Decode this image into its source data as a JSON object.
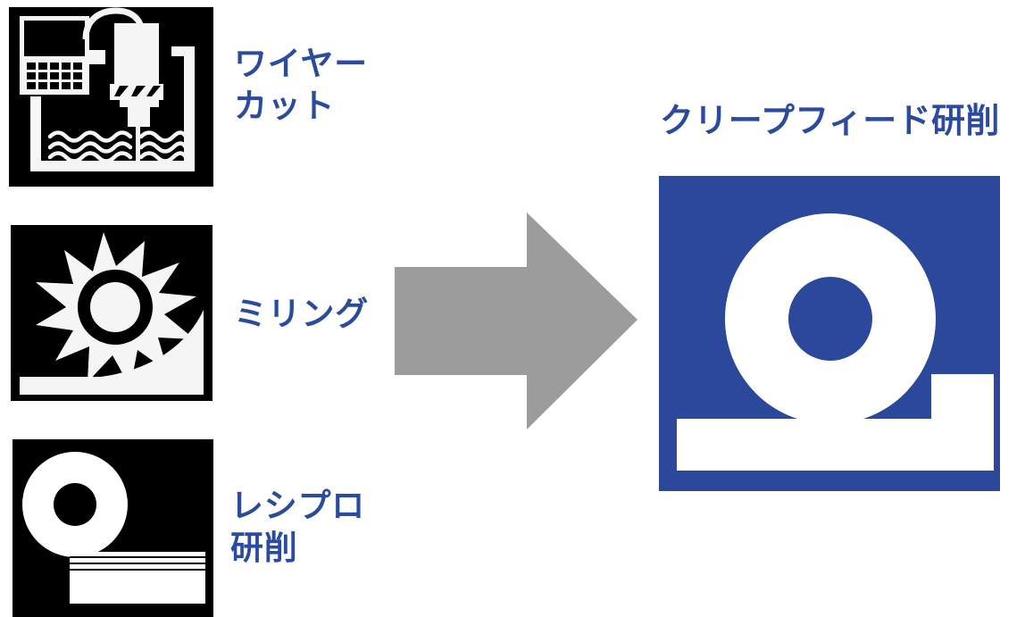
{
  "diagram": {
    "title_text": "クリープフィード研削",
    "colors": {
      "brand_blue": "#2B4C9E",
      "panel_blue": "#2C489A",
      "arrow_gray": "#9C9C9C",
      "tile_black": "#000000",
      "icon_white": "#F5F5F5",
      "background": "#FFFFFF"
    },
    "arrow": {
      "direction": "right",
      "label": ""
    },
    "sources": [
      {
        "id": "wire-cut",
        "label": "ワイヤー\nカット",
        "icon_name": "wire-cut-edm-icon",
        "icon_parts": [
          "control-panel",
          "keypad",
          "cable",
          "cutting-head",
          "wire",
          "dielectric-bath",
          "water-waves",
          "tank"
        ]
      },
      {
        "id": "milling",
        "label": "ミリング",
        "icon_name": "milling-cutter-icon",
        "icon_parts": [
          "star-cutter",
          "center-bore",
          "curved-workpiece",
          "base-plate"
        ]
      },
      {
        "id": "reciprocating-grinding",
        "label": "レシプロ\n研削",
        "icon_name": "reciprocating-grinding-icon",
        "icon_parts": [
          "grinding-wheel",
          "wheel-bore",
          "layered-workpiece",
          "pass-lines"
        ]
      }
    ],
    "result": {
      "id": "creep-feed-grinding",
      "label": "クリープフィード研削",
      "icon_name": "creep-feed-grinding-icon",
      "icon_parts": [
        "grinding-wheel",
        "wheel-bore",
        "stepped-workpiece"
      ]
    }
  }
}
